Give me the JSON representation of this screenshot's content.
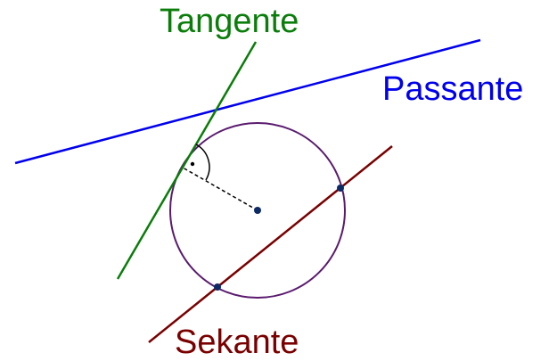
{
  "labels": {
    "tangent": "Tangente",
    "passant": "Passante",
    "secant": "Sekante"
  },
  "colors": {
    "tangent": "#0a7d0a",
    "passant": "#0000ee",
    "secant": "#7a0000",
    "circle": "#5a1a6e",
    "points": "#0b2a66",
    "radius": "#000000"
  }
}
